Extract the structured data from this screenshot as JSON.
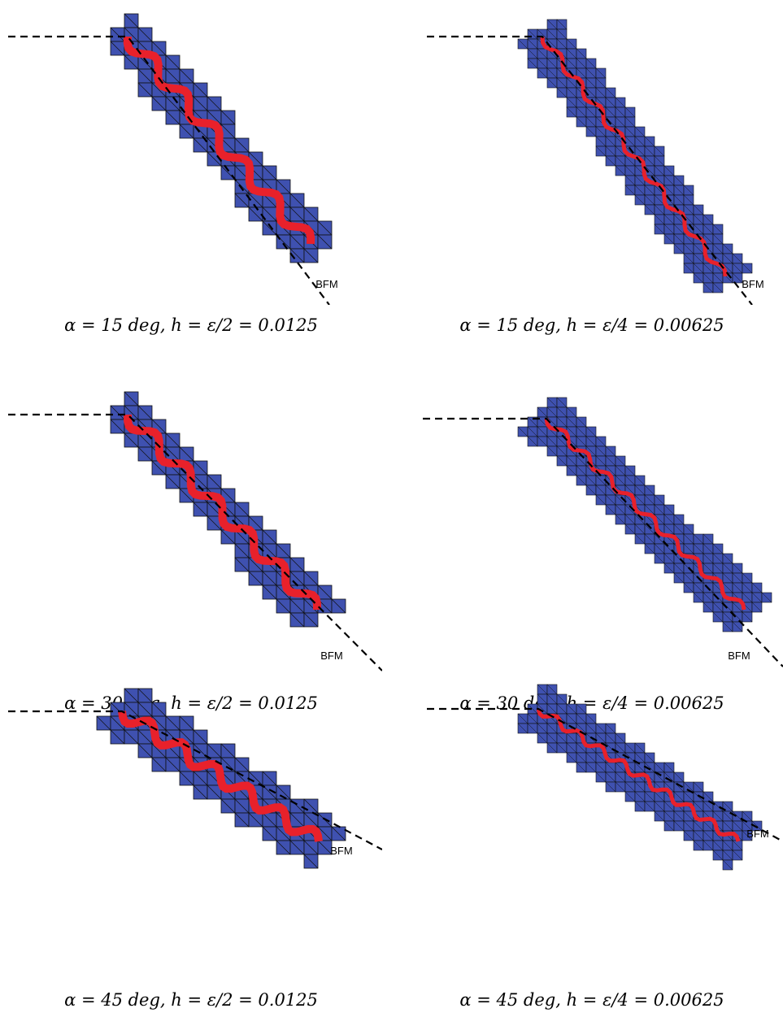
{
  "colors": {
    "band": "#3F51B0",
    "band_lines": "#111111",
    "interface": "#E8212B",
    "reference_line": "#000000",
    "background": "#FFFFFF"
  },
  "panels": [
    {
      "id": "p1",
      "alpha_label": "α = 15 deg,",
      "h_label": "h = ε/2 = 0.0125",
      "line_label": "BFM"
    },
    {
      "id": "p2",
      "alpha_label": "α = 15 deg,",
      "h_label": "h = ε/4 = 0.00625",
      "line_label": "BFM"
    },
    {
      "id": "p3",
      "alpha_label": "α = 30 deg,",
      "h_label": "h = ε/2 = 0.0125",
      "line_label": "BFM"
    },
    {
      "id": "p4",
      "alpha_label": "α = 30 deg,",
      "h_label": "h = ε/4 = 0.00625",
      "line_label": "BFM"
    },
    {
      "id": "p5",
      "alpha_label": "α = 45 deg,",
      "h_label": "h = ε/2 = 0.0125",
      "line_label": "BFM"
    },
    {
      "id": "p6",
      "alpha_label": "α = 45 deg,",
      "h_label": "h = ε/4 = 0.00625",
      "line_label": "BFM"
    }
  ]
}
